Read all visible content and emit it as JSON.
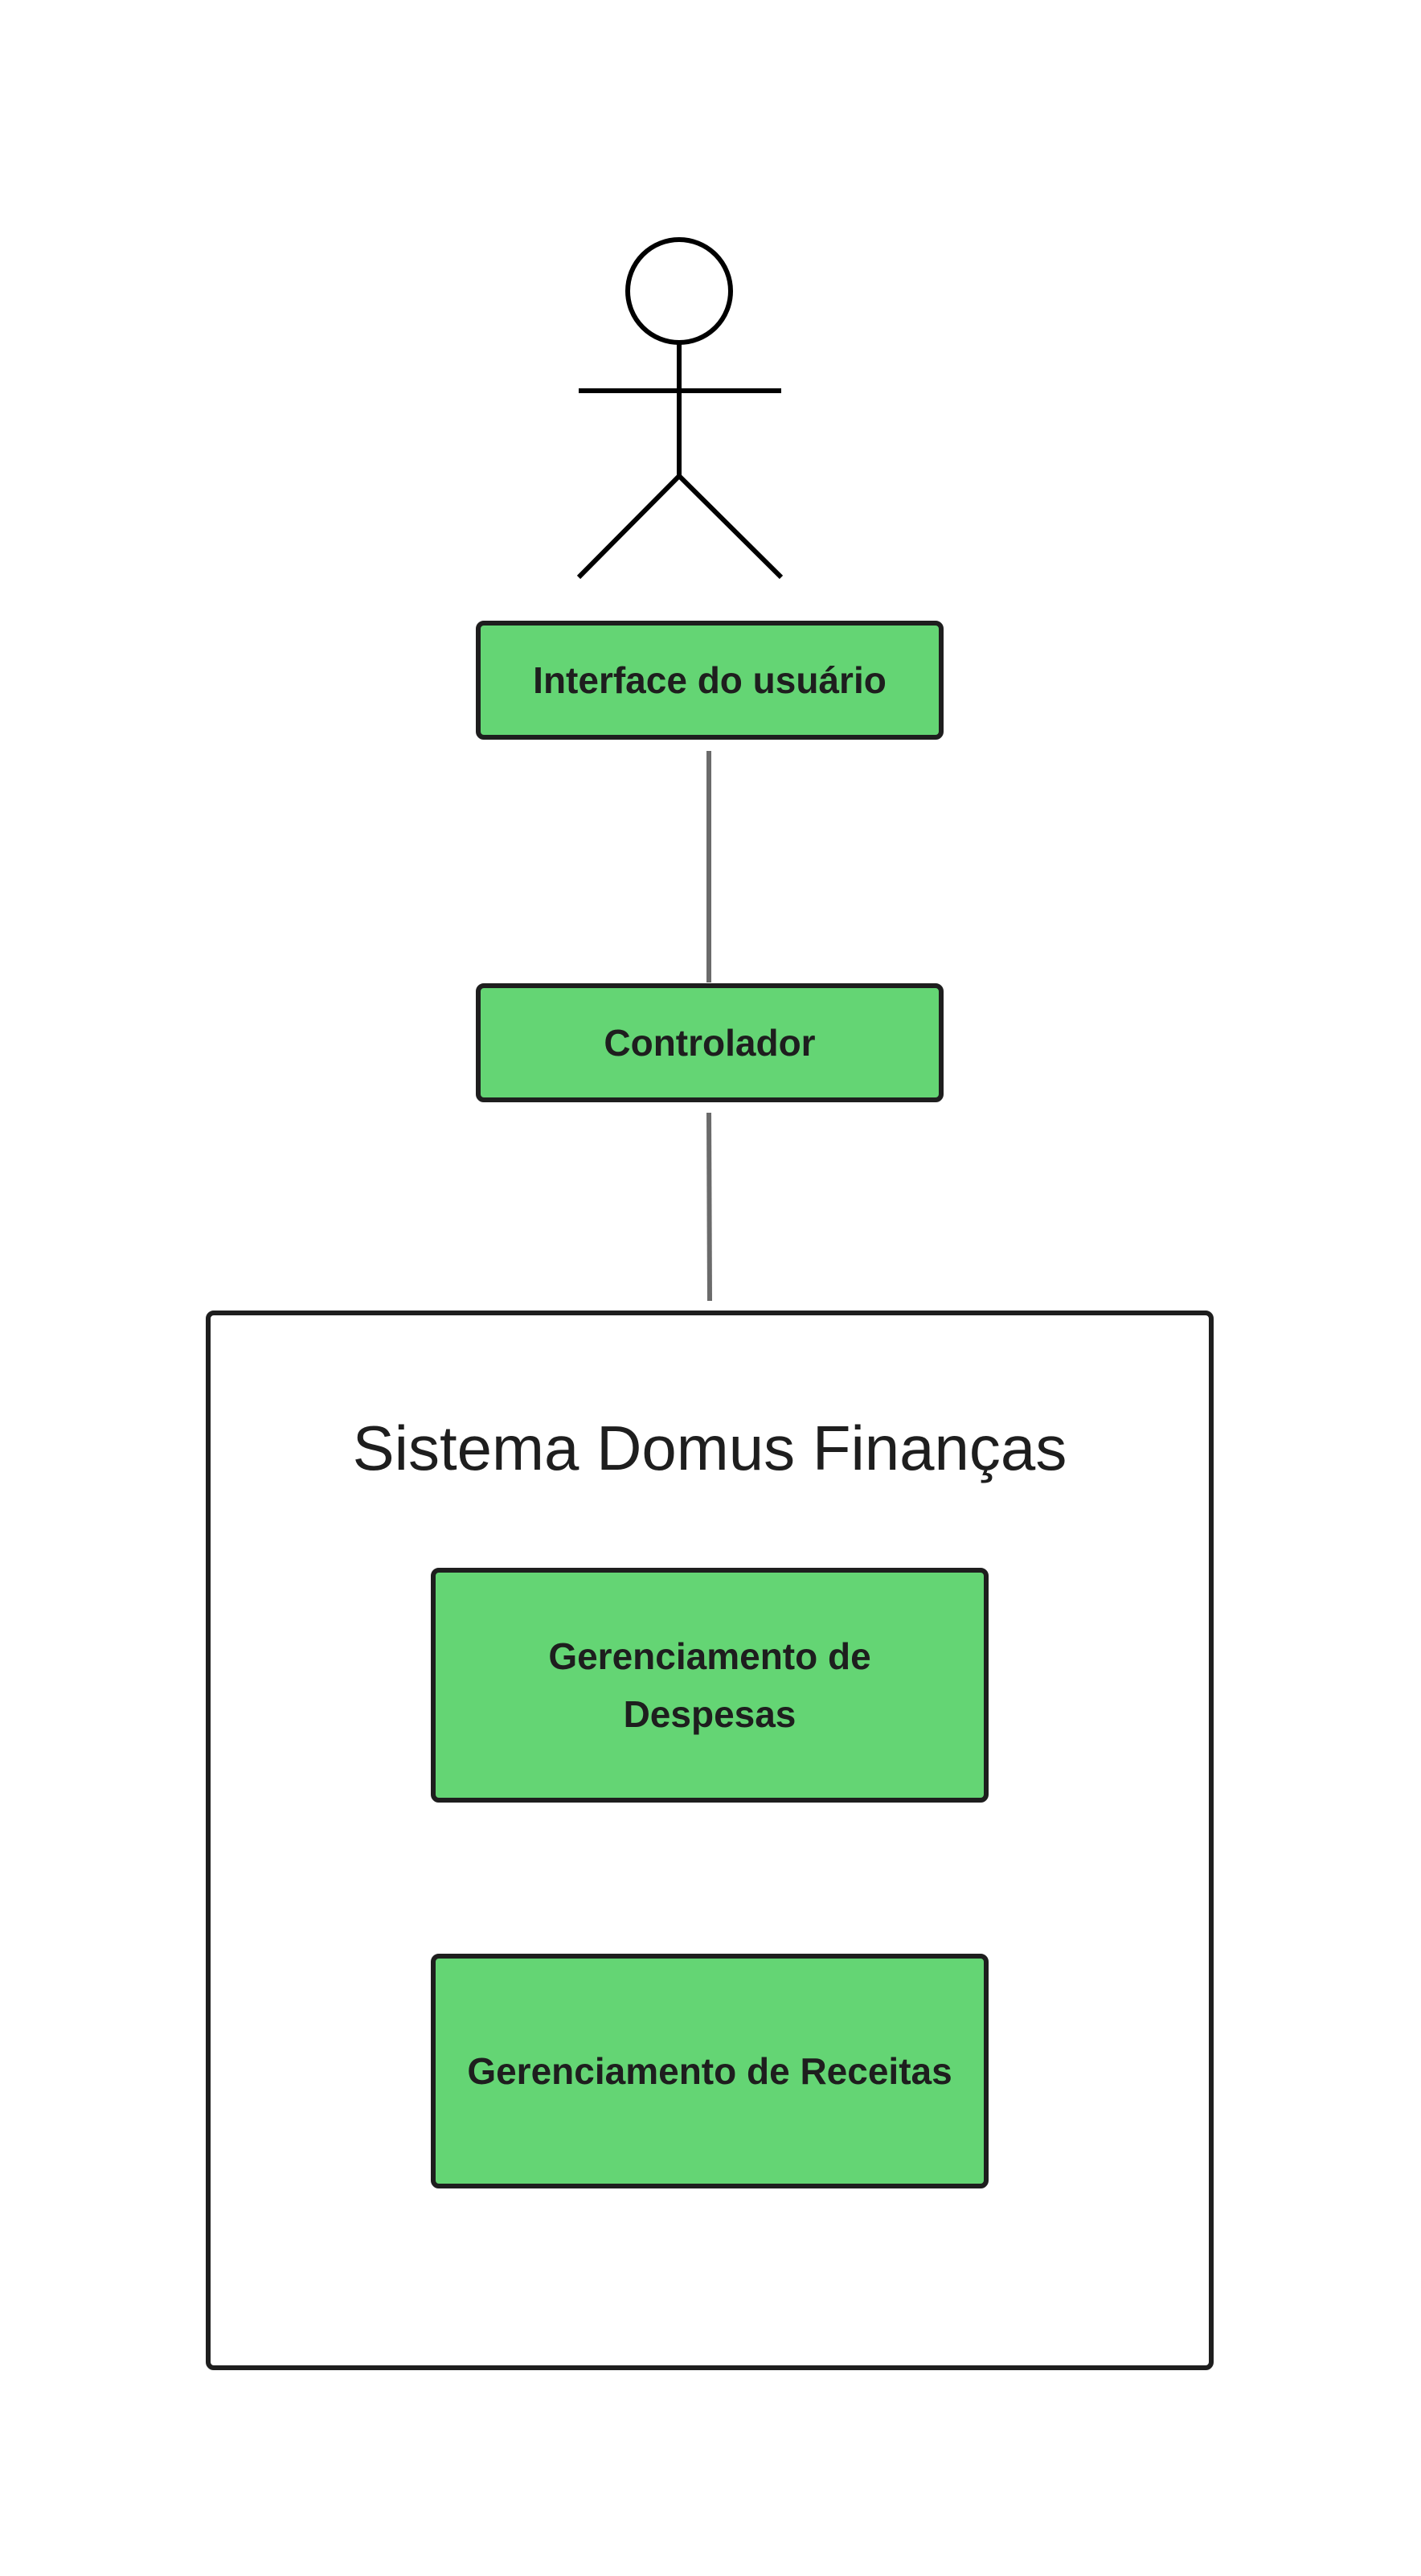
{
  "diagram": {
    "actor": {
      "icon": "stick-figure-actor-icon"
    },
    "nodes": {
      "ui": "Interface do usuário",
      "controller": "Controlador",
      "system_title": "Sistema Domus Finanças",
      "expenses": "Gerenciamento de Despesas",
      "revenues": "Gerenciamento de Receitas"
    },
    "edges": [
      {
        "from": "ui",
        "to": "controller"
      },
      {
        "from": "controller",
        "to": "system"
      }
    ],
    "colors": {
      "box_fill": "#64d574",
      "stroke": "#1e1e1e",
      "connector": "#6b6b6b",
      "background": "#ffffff"
    }
  }
}
